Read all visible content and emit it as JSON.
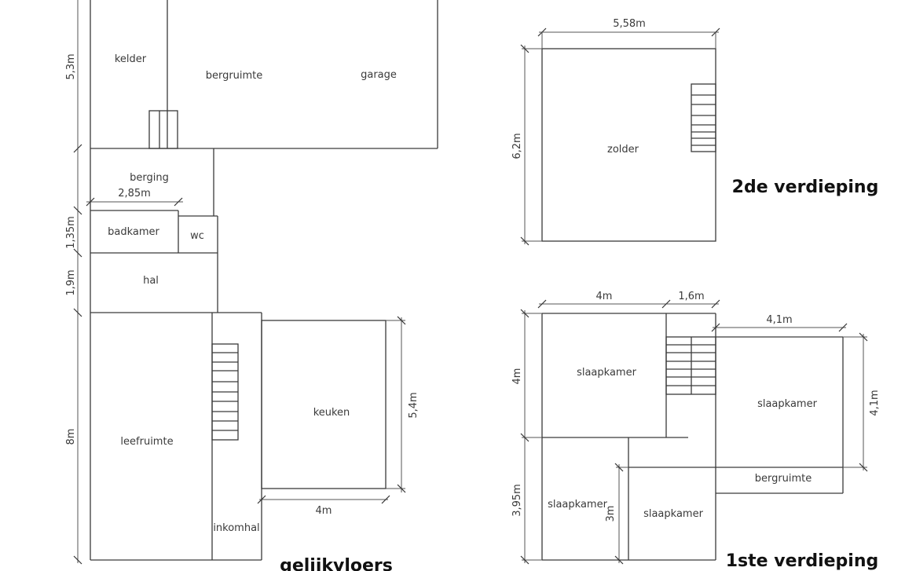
{
  "plans": {
    "ground": {
      "title": "gelijkvloers",
      "rooms": {
        "kelder": "kelder",
        "bergruimte": "bergruimte",
        "garage": "garage",
        "berging": "berging",
        "badkamer": "badkamer",
        "wc": "wc",
        "hal": "hal",
        "leefruimte": "leefruimte",
        "inkomhal": "inkomhal",
        "keuken": "keuken"
      },
      "dimensions": {
        "basement_height": "5,3m",
        "badkamer_width": "2,85m",
        "badkamer_height": "1,35m",
        "hal_height": "1,9m",
        "leefruimte_height": "8m",
        "keuken_height": "5,4m",
        "keuken_width": "4m"
      }
    },
    "second_floor": {
      "title": "2de verdieping",
      "rooms": {
        "zolder": "zolder"
      },
      "dimensions": {
        "width": "5,58m",
        "height": "6,2m"
      }
    },
    "first_floor": {
      "title": "1ste verdieping",
      "rooms": {
        "slaapkamer_1": "slaapkamer",
        "slaapkamer_2": "slaapkamer",
        "slaapkamer_3": "slaapkamer",
        "slaapkamer_4": "slaapkamer",
        "bergruimte": "bergruimte"
      },
      "dimensions": {
        "top_left_width": "4m",
        "stair_width": "1,6m",
        "right_width": "4,1m",
        "top_height": "4m",
        "bottom_height": "3,95m",
        "inner_height": "3m",
        "right_height": "4,1m"
      }
    }
  }
}
